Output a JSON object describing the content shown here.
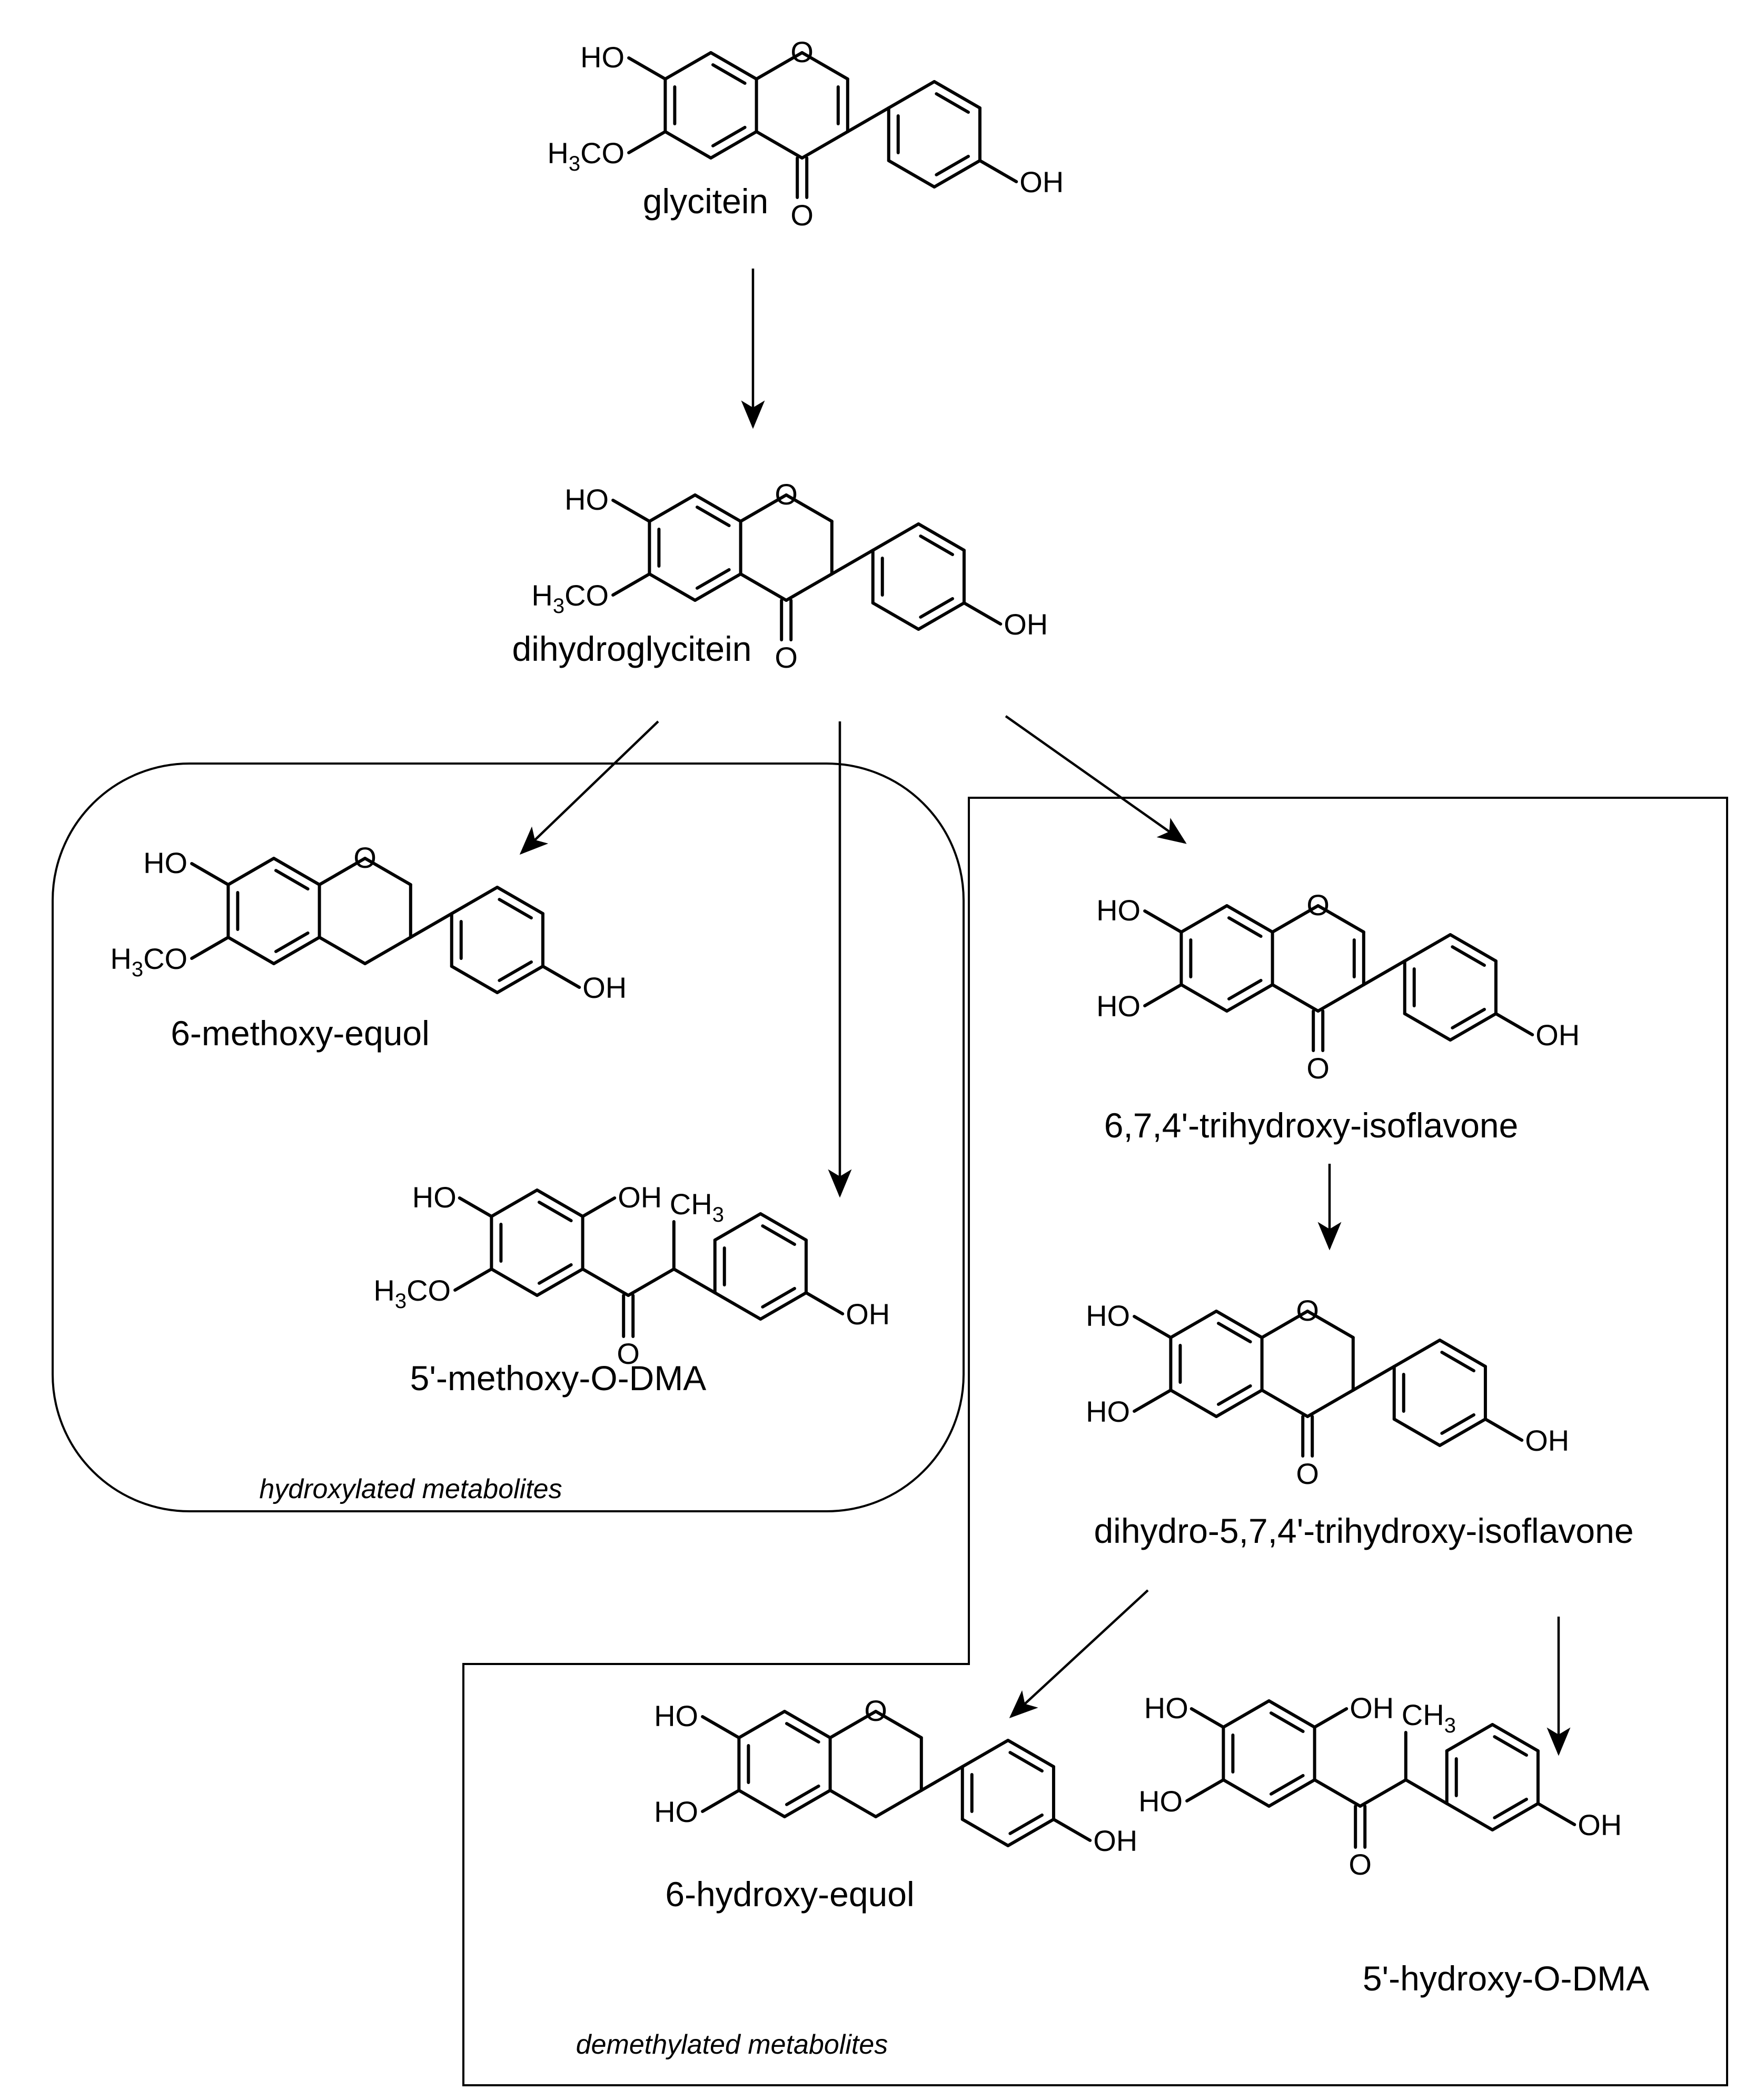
{
  "atoms": {
    "ring_oxygen": "O",
    "carbonyl_oxygen": "O",
    "hydroxyl": "OH",
    "hydroxyl_left": "HO",
    "methoxy_prefix": "H",
    "methoxy_subscript": "3",
    "methoxy_suffix": "CO",
    "methyl_prefix": "CH",
    "methyl_subscript": "3"
  },
  "compounds": [
    {
      "id": "glycitein",
      "name": "glycitein"
    },
    {
      "id": "dihydroglycitein",
      "name": "dihydroglycitein"
    },
    {
      "id": "6-methoxy-equol",
      "name": "6-methoxy-equol"
    },
    {
      "id": "5-methoxy-o-dma",
      "name": "5'-methoxy-O-DMA"
    },
    {
      "id": "trihydroxy-isoflavone",
      "name": "6,7,4'-trihydroxy-isoflavone"
    },
    {
      "id": "dihydro-trihydroxy-isoflavone",
      "name": "dihydro-5,7,4'-trihydroxy-isoflavone"
    },
    {
      "id": "6-hydroxy-equol",
      "name": "6-hydroxy-equol"
    },
    {
      "id": "5-hydroxy-o-dma",
      "name": "5'-hydroxy-O-DMA"
    }
  ],
  "groups": {
    "hydroxylated": {
      "label": "hydroxylated metabolites",
      "label_color": "#ff0000"
    },
    "demethylated": {
      "label": "demethylated metabolites",
      "label_color": "#ff0000"
    }
  },
  "colors": {
    "line": "#000000",
    "group_label": "#ff0000",
    "background": "#ffffff"
  }
}
